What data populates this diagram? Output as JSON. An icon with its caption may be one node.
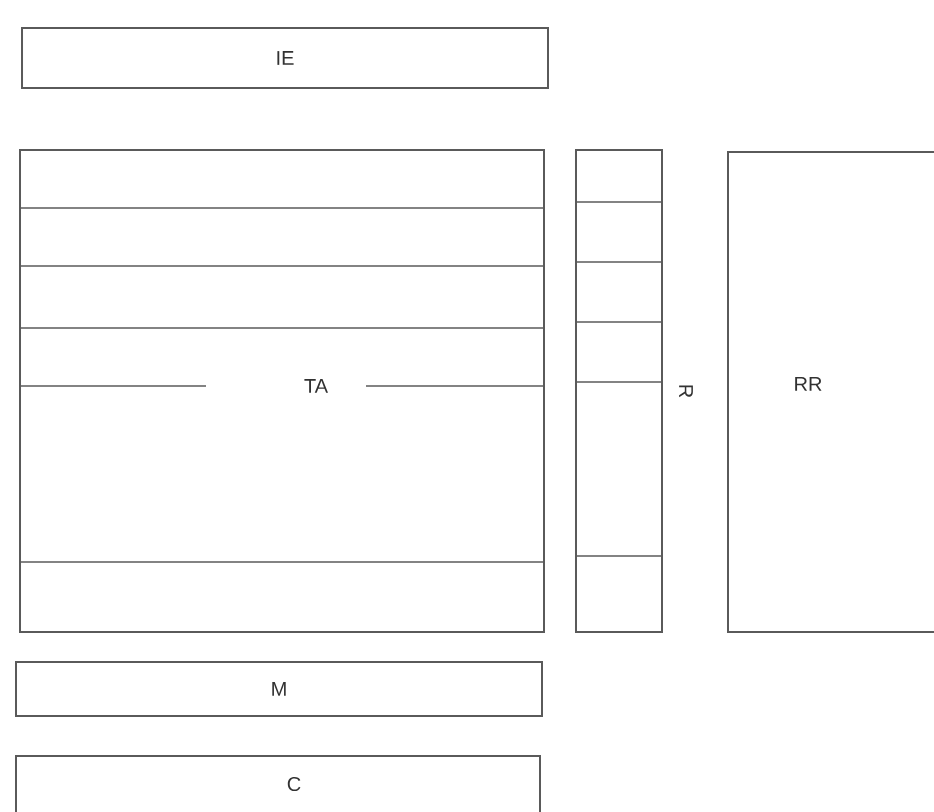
{
  "diagram": {
    "nodes": [
      {
        "text": [
          "IE"
        ]
      },
      {
        "text": [
          "TA"
        ]
      },
      {
        "text": [],
        "shape": "box",
        "beside": [
          "R"
        ]
      },
      {
        "text": [
          "RR"
        ]
      },
      {
        "text": [
          "M"
        ]
      },
      {
        "text": [
          "C"
        ]
      }
    ]
  }
}
